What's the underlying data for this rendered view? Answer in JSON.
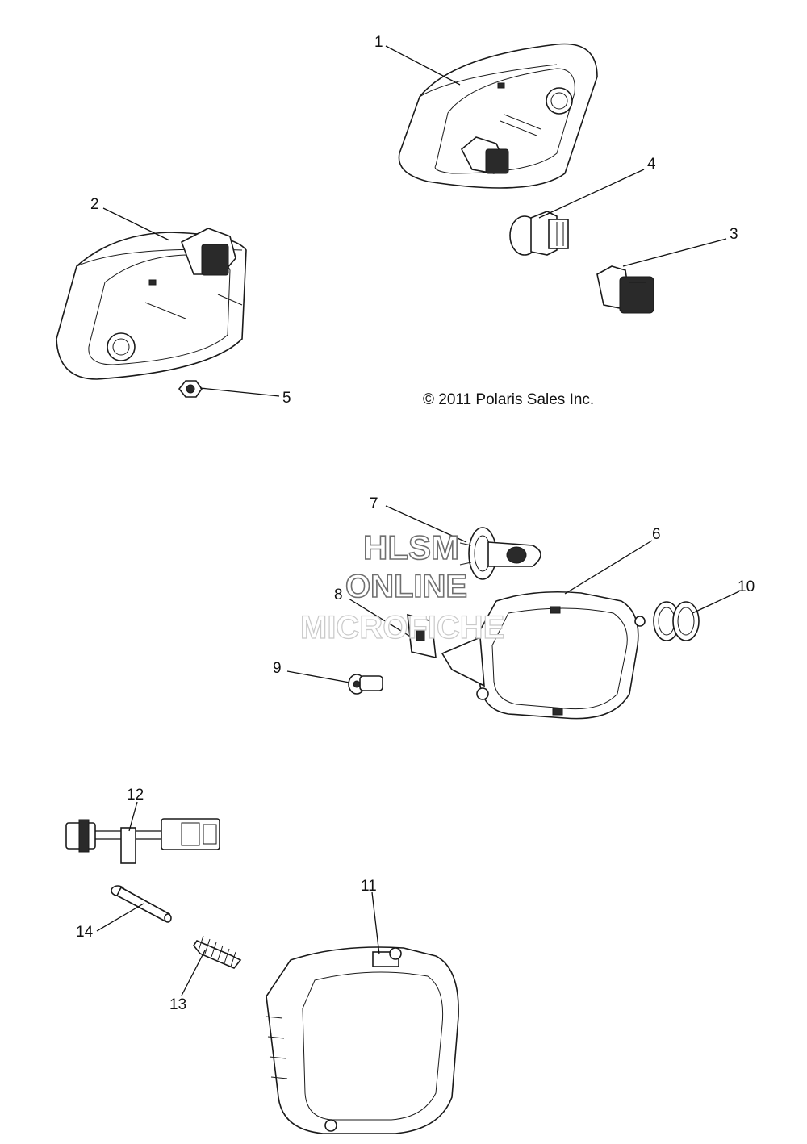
{
  "copyright": "© 2011 Polaris Sales Inc.",
  "watermark": {
    "line1": "HLSM",
    "line2": "ONLINE",
    "line3": "MICROFICHE"
  },
  "callouts": [
    {
      "id": "1",
      "label": "1"
    },
    {
      "id": "2",
      "label": "2"
    },
    {
      "id": "3",
      "label": "3"
    },
    {
      "id": "4",
      "label": "4"
    },
    {
      "id": "5",
      "label": "5"
    },
    {
      "id": "6",
      "label": "6"
    },
    {
      "id": "7",
      "label": "7"
    },
    {
      "id": "8",
      "label": "8"
    },
    {
      "id": "9",
      "label": "9"
    },
    {
      "id": "10",
      "label": "10"
    },
    {
      "id": "11",
      "label": "11"
    },
    {
      "id": "12",
      "label": "12"
    },
    {
      "id": "13",
      "label": "13"
    },
    {
      "id": "14",
      "label": "14"
    }
  ],
  "colors": {
    "background": "#ffffff",
    "line": "#1a1a1a",
    "watermark_outline": "#6f6f6f"
  }
}
